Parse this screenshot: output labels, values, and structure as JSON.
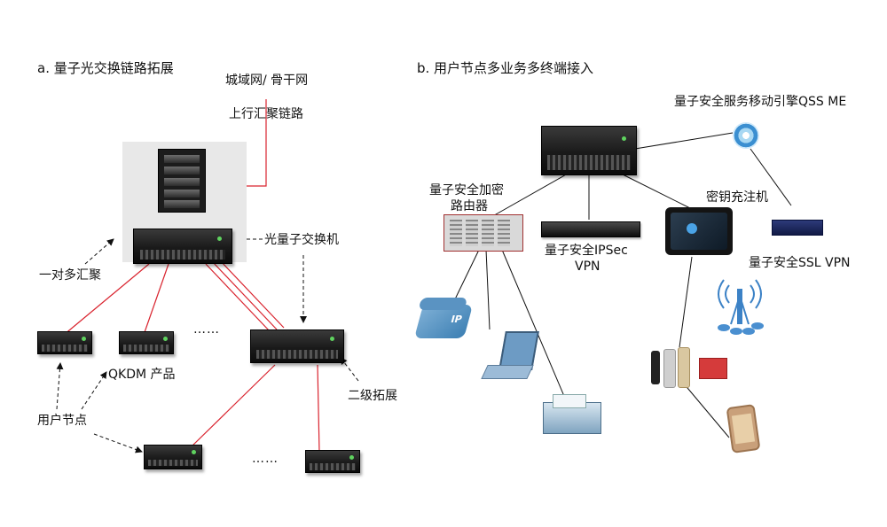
{
  "panel_a": {
    "title": "a.  量子光交换链路拓展",
    "wan_label": "城域网/ 骨干网",
    "uplink_label": "上行汇聚链路",
    "switch_label": "光量子交换机",
    "one_to_many_label": "一对多汇聚",
    "product_label": "QKDM 产品",
    "user_node_label": "用户节点",
    "second_level_label": "二级拓展",
    "ellipsis_top": "……",
    "ellipsis_bottom": "……"
  },
  "panel_b": {
    "title": "b. 用户节点多业务多终端接入",
    "engine_label": "量子安全服务移动引擎QSS ME",
    "router_label_line1": "量子安全加密",
    "router_label_line2": "路由器",
    "key_charger_label": "密钥充注机",
    "ipsec_label_line1": "量子安全IPSec",
    "ipsec_label_line2": "VPN",
    "ssl_label": "量子安全SSL VPN",
    "ip_phone_text": "IP"
  },
  "colors": {
    "red_link": "#d9232e",
    "black_link": "#111111",
    "dashed_arrow": "#111111",
    "rack_background": "#e8e8e8"
  },
  "icons": [
    "server-icon",
    "rack-icon",
    "router-icon",
    "ip-phone-icon",
    "laptop-icon",
    "printer-icon",
    "tablet-icon",
    "engine-icon",
    "signal-tower-icon",
    "usb-key-icon",
    "sd-card-icon",
    "smartphone-icon"
  ]
}
